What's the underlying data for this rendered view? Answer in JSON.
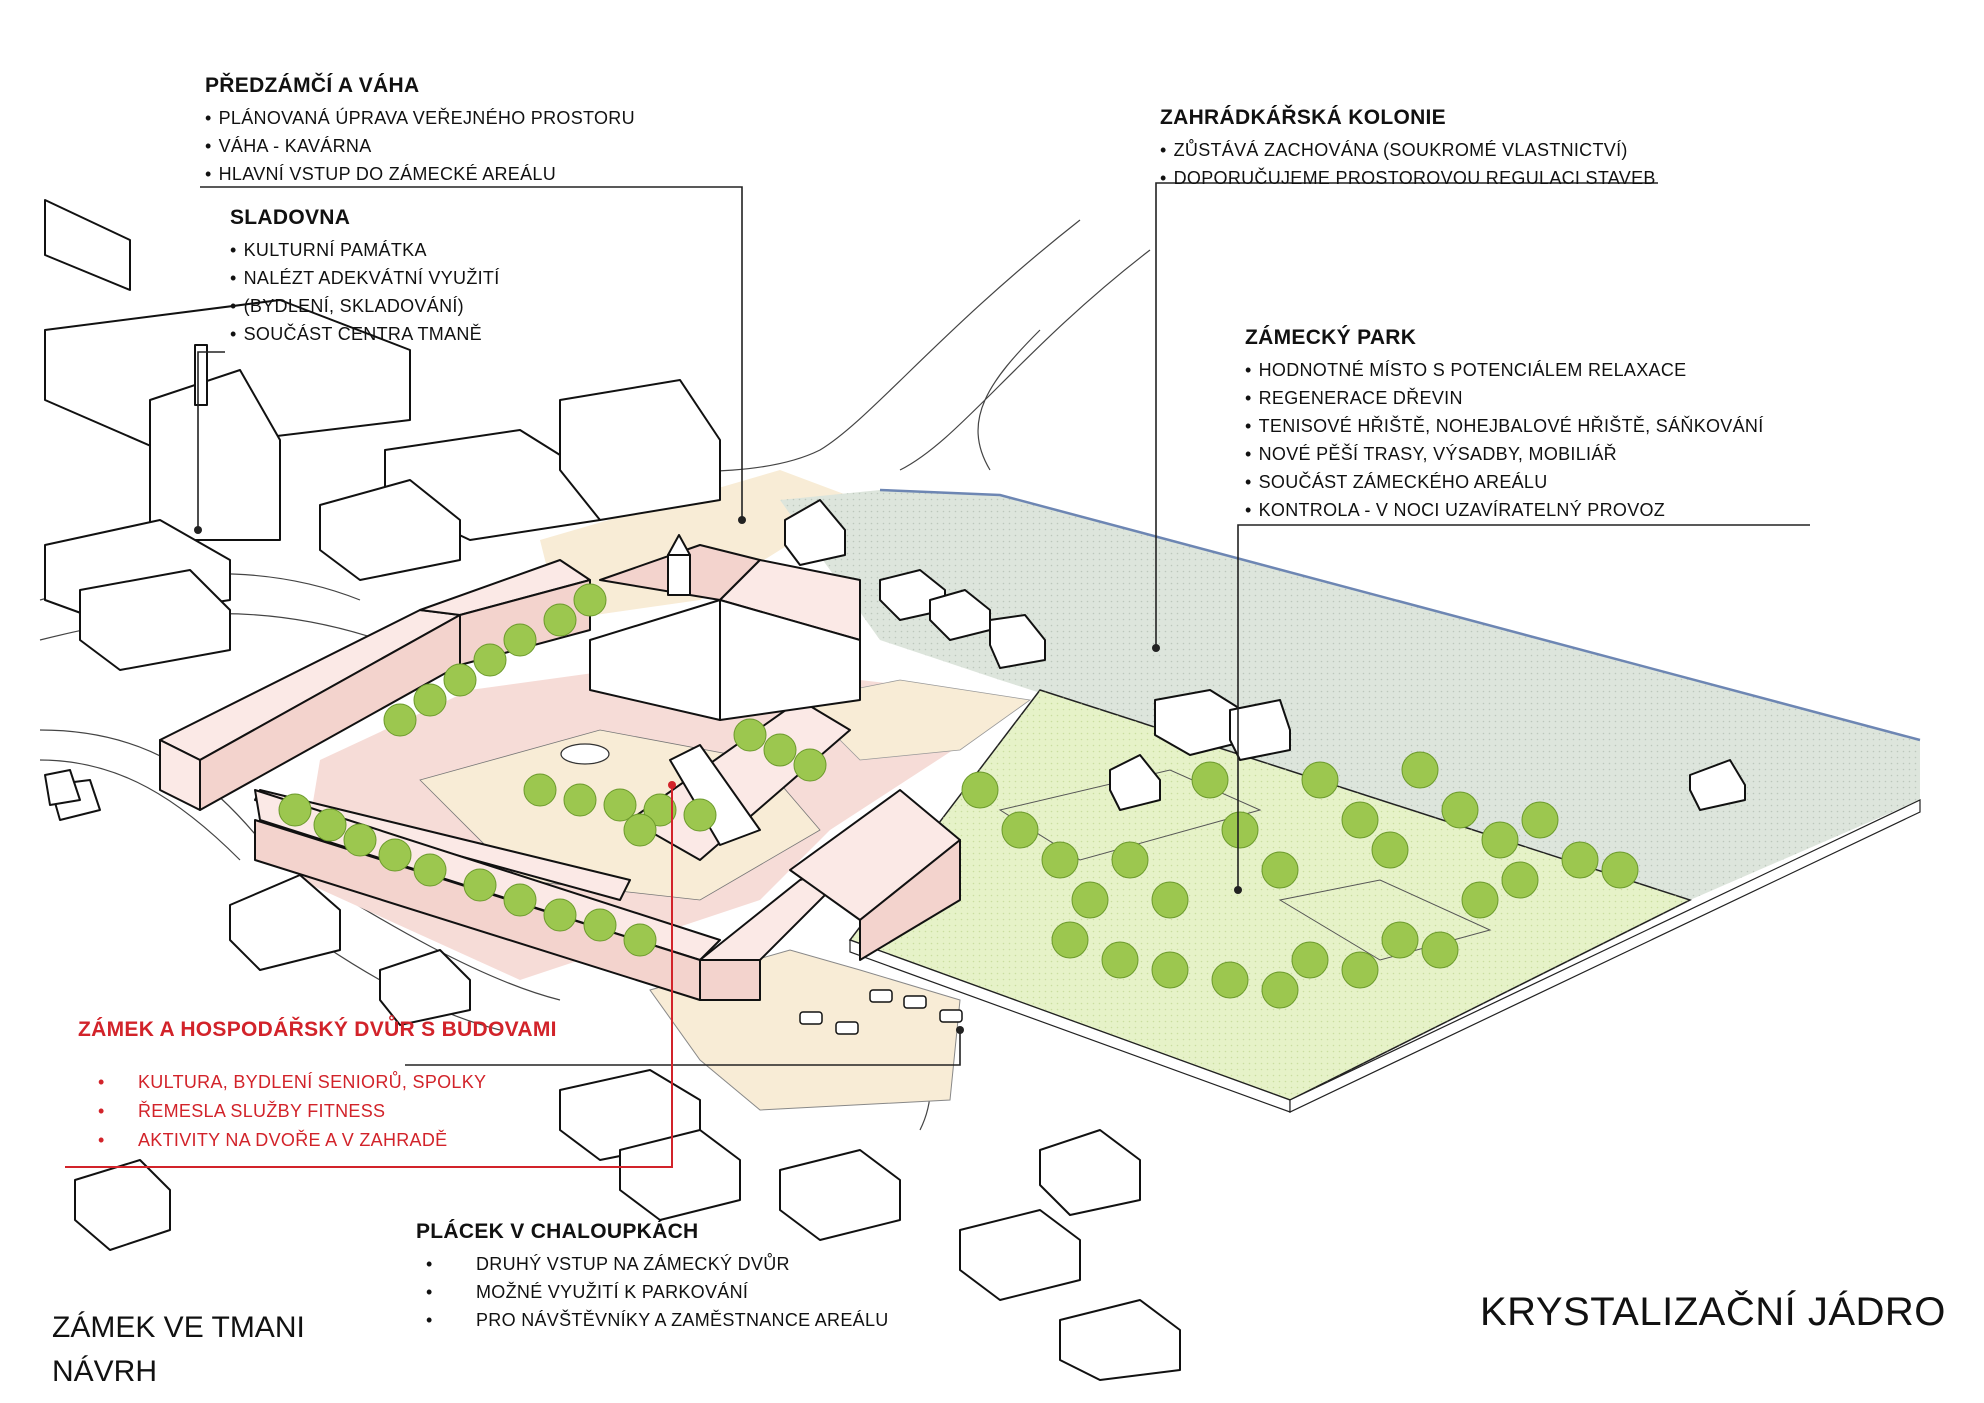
{
  "labels": {
    "predzamci": {
      "title": "PŘEDZÁMČÍ A VÁHA",
      "items": [
        "PLÁNOVANÁ ÚPRAVA VEŘEJNÉHO PROSTORU",
        "VÁHA - KAVÁRNA",
        "HLAVNÍ VSTUP DO ZÁMECKÉ AREÁLU"
      ]
    },
    "sladovna": {
      "title": "SLADOVNA",
      "items": [
        "KULTURNÍ PAMÁTKA",
        "NALÉZT ADEKVÁTNÍ VYUŽITÍ",
        "SOUČÁST CENTRA TMANĚ"
      ],
      "note": "(BYDLENÍ, SKLADOVÁNÍ)"
    },
    "zahradkarska": {
      "title": "ZAHRÁDKÁŘSKÁ KOLONIE",
      "items": [
        "ZŮSTÁVÁ ZACHOVÁNA (SOUKROMÉ VLASTNICTVÍ)",
        "DOPORUČUJEME PROSTOROVOU REGULACI STAVEB"
      ]
    },
    "park": {
      "title": "ZÁMECKÝ PARK",
      "items": [
        "HODNOTNÉ MÍSTO S POTENCIÁLEM RELAXACE",
        "REGENERACE DŘEVIN",
        "TENISOVÉ HŘIŠTĚ, NOHEJBALOVÉ HŘIŠTĚ, SÁŇKOVÁNÍ",
        "NOVÉ PĚŠÍ TRASY, VÝSADBY, MOBILIÁŘ",
        "SOUČÁST ZÁMECKÉHO AREÁLU",
        "KONTROLA - V NOCI UZAVÍRATELNÝ PROVOZ"
      ]
    },
    "zamek": {
      "title": "ZÁMEK A HOSPODÁŘSKÝ DVŮR S BUDOVAMI",
      "items": [
        "KULTURA, BYDLENÍ SENIORŮ, SPOLKY",
        "ŘEMESLA SLUŽBY FITNESS",
        "AKTIVITY NA DVOŘE A V ZAHRADĚ"
      ]
    },
    "placek": {
      "title": "PLÁCEK V CHALOUPKÁCH",
      "items": [
        "DRUHÝ VSTUP NA ZÁMECKÝ DVŮR",
        "MOŽNÉ VYUŽITÍ K  PARKOVÁNÍ",
        "PRO NÁVŠTĚVNÍKY A ZAMĚSTNANCE AREÁLU"
      ]
    }
  },
  "footer": {
    "project_line1": "ZÁMEK VE TMANI",
    "project_line2": "NÁVRH",
    "sheet_title": "KRYSTALIZAČNÍ JÁDRO"
  },
  "colors": {
    "accent_red": "#d2232a",
    "park_green": "#e6f2c8",
    "garden_gray": "#dde5dc",
    "court_pink": "#f6dcd7",
    "forecourt_beige": "#f8ecd6",
    "tree_green": "#9cc74f",
    "colony_border": "#6d86b3"
  }
}
